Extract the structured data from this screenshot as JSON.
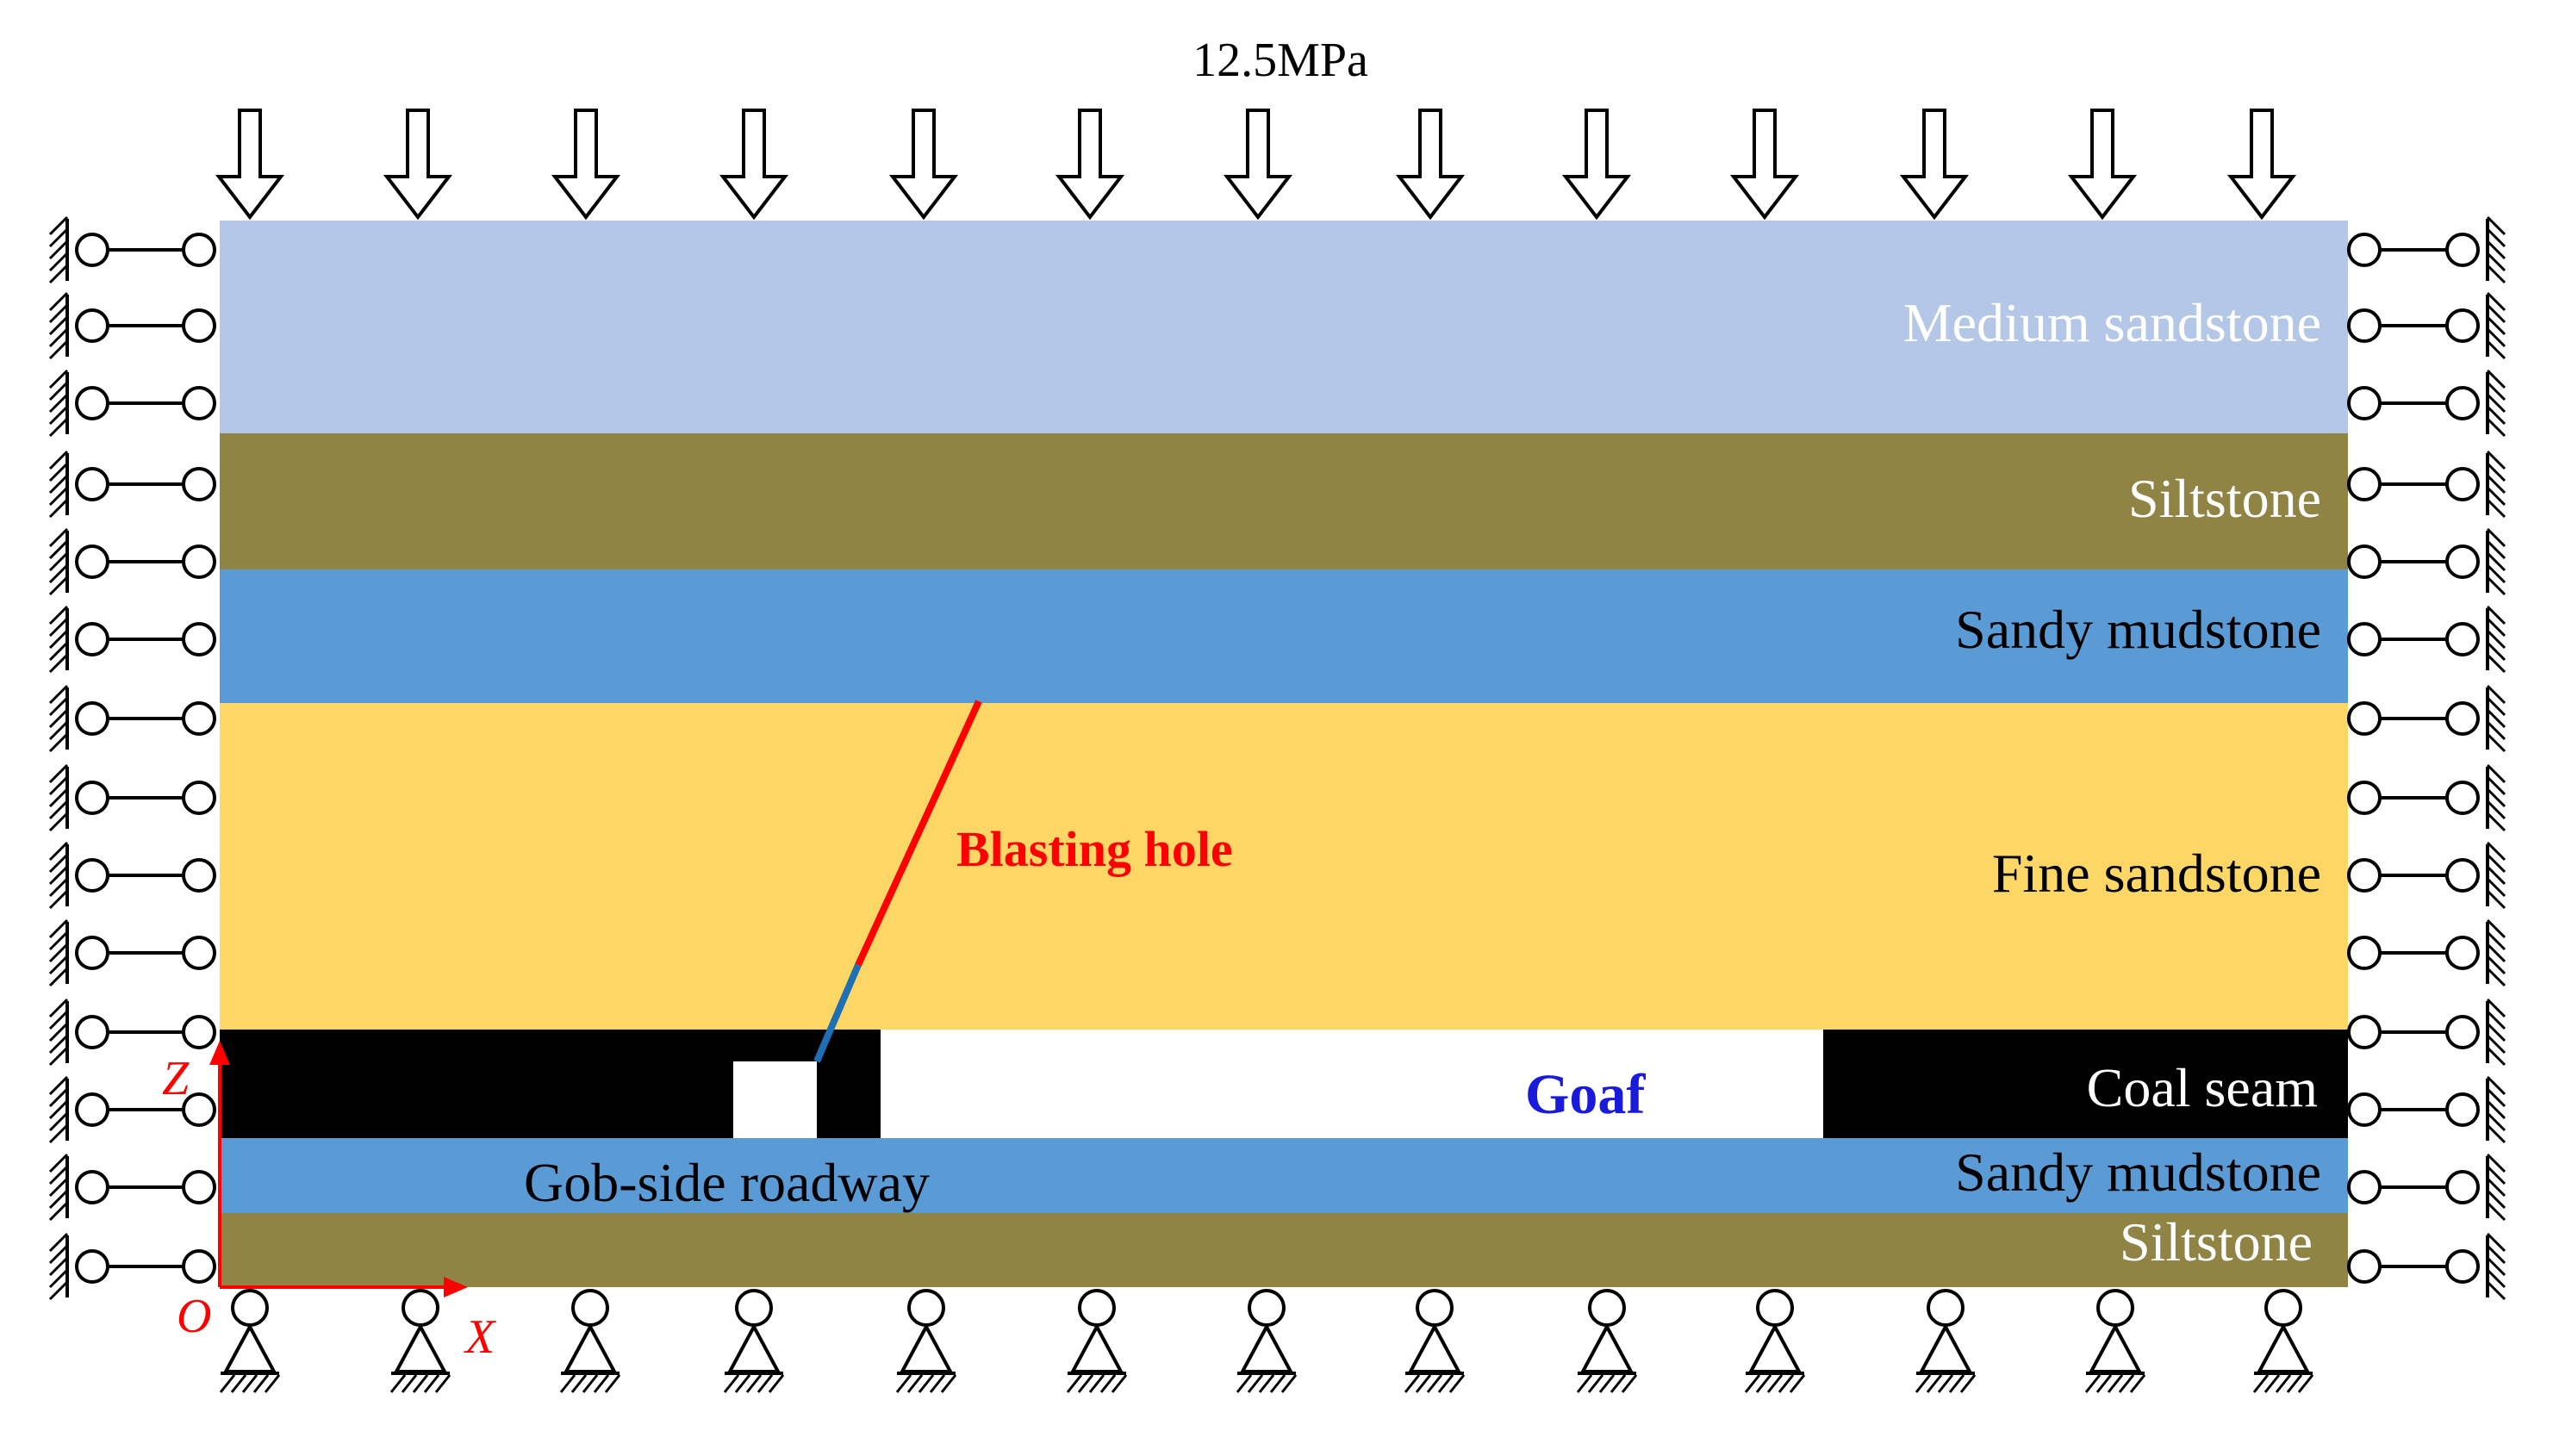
{
  "load": {
    "label": "12.5MPa"
  },
  "layers": [
    {
      "name": "Medium sandstone",
      "color": "#b4c7e7",
      "text_color": "#ffffff"
    },
    {
      "name": "Siltstone",
      "color": "#8f8443",
      "text_color": "#ffffff"
    },
    {
      "name": "Sandy mudstone",
      "color": "#5b9bd5",
      "text_color": "#000000"
    },
    {
      "name": "Fine sandstone",
      "color": "#fdd766",
      "text_color": "#000000"
    },
    {
      "name": "Coal seam",
      "color": "#000000",
      "text_color": "#ffffff"
    },
    {
      "name": "Sandy mudstone",
      "color": "#5b9bd5",
      "text_color": "#000000"
    },
    {
      "name": "Siltstone",
      "color": "#8f8443",
      "text_color": "#ffffff"
    }
  ],
  "labels": {
    "blasting_hole": "Blasting hole",
    "goaf": "Goaf",
    "roadway": "Gob-side roadway"
  },
  "axes": {
    "origin": "O",
    "x": "X",
    "z": "Z"
  },
  "colors": {
    "blasting_hole": "#ff0000",
    "stemming": "#1f6fb5",
    "goaf_text": "#1a1adb",
    "axis": "#ff0000"
  }
}
